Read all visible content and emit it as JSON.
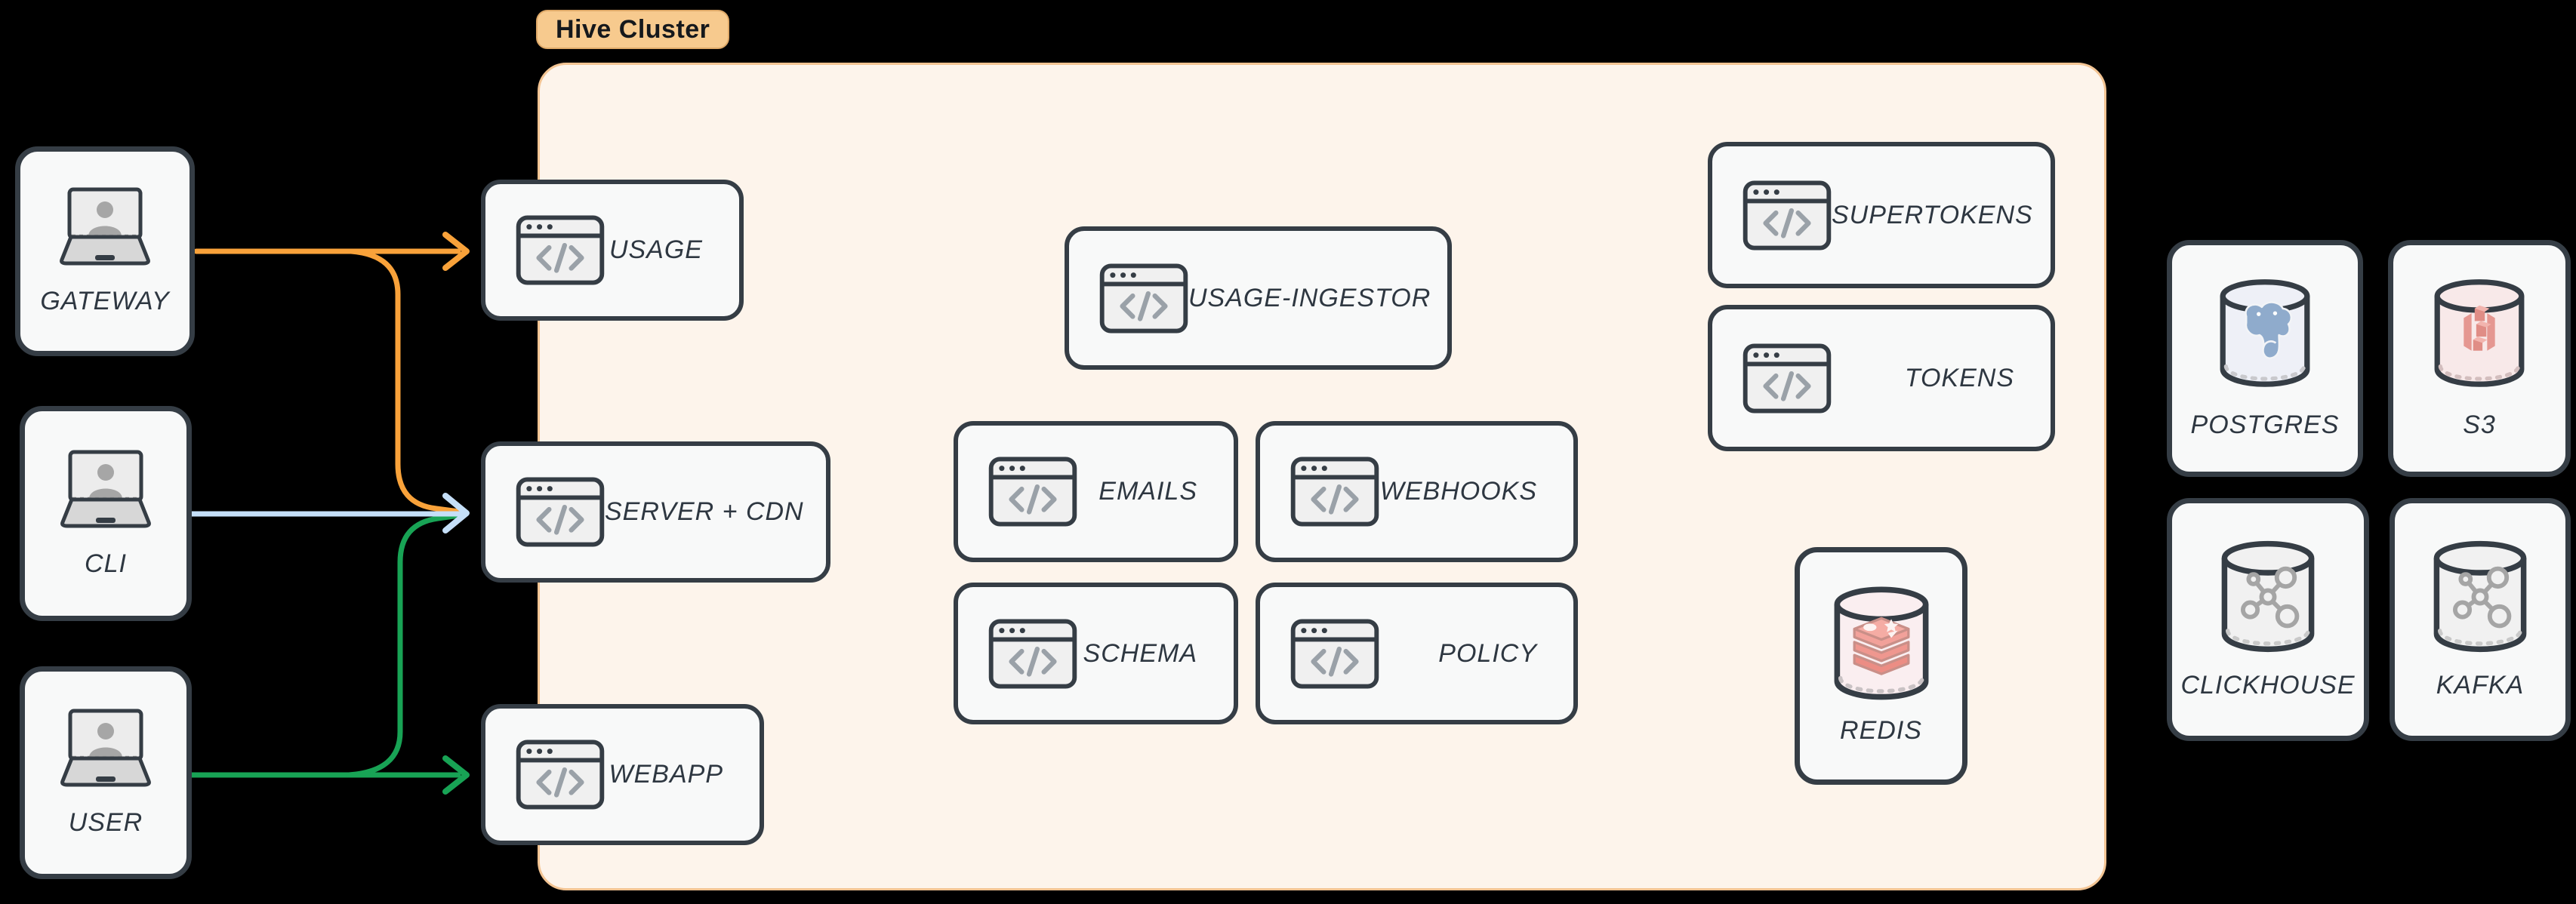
{
  "cluster": {
    "label": "Hive Cluster"
  },
  "clients": {
    "gateway": {
      "label": "GATEWAY"
    },
    "cli": {
      "label": "CLI"
    },
    "user": {
      "label": "USER"
    }
  },
  "services": {
    "usage": {
      "label": "USAGE"
    },
    "server_cdn": {
      "label": "SERVER + CDN"
    },
    "webapp": {
      "label": "WEBAPP"
    },
    "usage_ingestor": {
      "label": "USAGE-INGESTOR"
    },
    "emails": {
      "label": "EMAILS"
    },
    "webhooks": {
      "label": "WEBHOOKS"
    },
    "schema": {
      "label": "SCHEMA"
    },
    "policy": {
      "label": "POLICY"
    },
    "supertokens": {
      "label": "SUPERTOKENS"
    },
    "tokens": {
      "label": "TOKENS"
    }
  },
  "datastores": {
    "redis": {
      "label": "REDIS"
    },
    "postgres": {
      "label": "POSTGRES"
    },
    "s3": {
      "label": "S3"
    },
    "clickhouse": {
      "label": "CLICKHOUSE"
    },
    "kafka": {
      "label": "KAFKA"
    }
  },
  "edges": [
    {
      "from": "GATEWAY",
      "to": "USAGE",
      "color": "orange"
    },
    {
      "from": "GATEWAY",
      "to": "SERVER + CDN",
      "color": "orange"
    },
    {
      "from": "CLI",
      "to": "SERVER + CDN",
      "color": "blue"
    },
    {
      "from": "USER",
      "to": "SERVER + CDN",
      "color": "green"
    },
    {
      "from": "USER",
      "to": "WEBAPP",
      "color": "green"
    }
  ],
  "colors": {
    "arrow_orange": "#f9a23a",
    "arrow_blue": "#c5dff8",
    "arrow_green": "#18a355",
    "cluster_fill": "#fdf4eb",
    "cluster_border": "#f3c493",
    "badge_fill": "#f7ca8e",
    "node_fill": "#f8f9f9",
    "node_border": "#353d45",
    "label_text": "#2e3741",
    "background": "#000000"
  }
}
